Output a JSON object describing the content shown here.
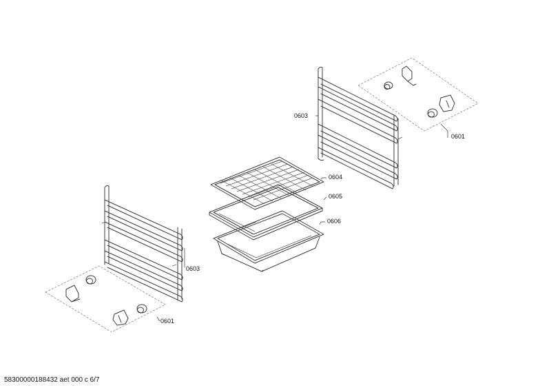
{
  "diagram": {
    "callouts": {
      "right_rail": "0603",
      "right_clips": "0601",
      "wire_rack": "0604",
      "baking_tray": "0605",
      "deep_pan": "0606",
      "left_rail": "0603",
      "left_clips": "0601"
    },
    "footer": "58300000188432 aet 000 c 6/7"
  }
}
